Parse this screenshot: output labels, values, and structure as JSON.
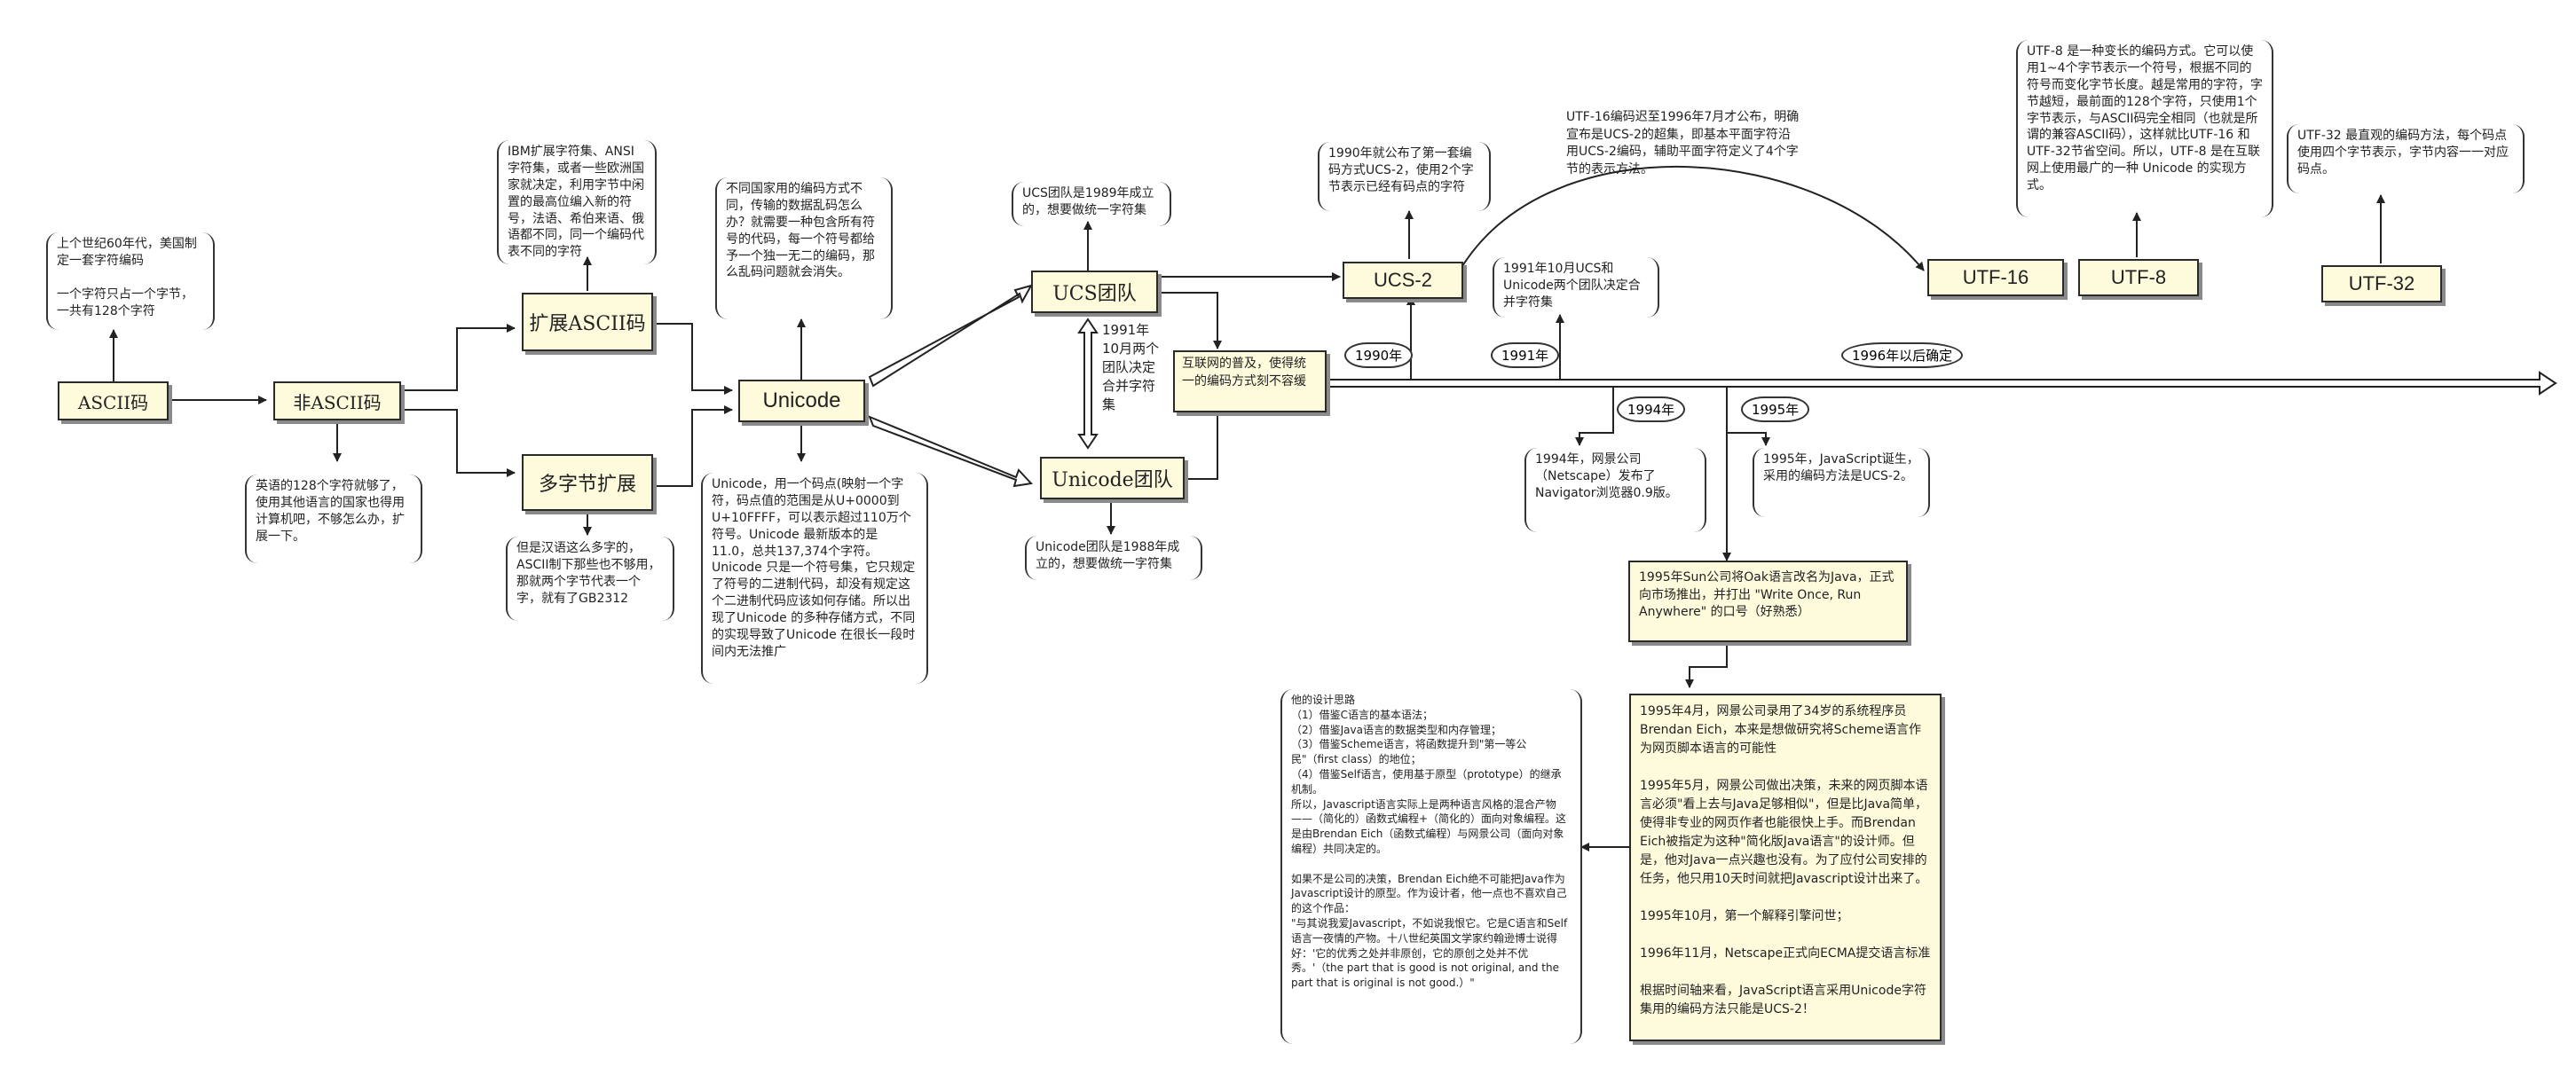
{
  "nodes": {
    "ascii": "ASCII码",
    "non_ascii": "非ASCII码",
    "ext_ascii": "扩展ASCII码",
    "multibyte": "多字节扩展",
    "unicode": "Unicode",
    "ucs_team": "UCS团队",
    "unicode_team": "Unicode团队",
    "ucs2": "UCS-2",
    "utf16": "UTF-16",
    "utf8": "UTF-8",
    "utf32": "UTF-32"
  },
  "notes": {
    "ascii": "上个世纪60年代，美国制定一套字符编码\n\n一个字符只占一个字节，一共有128个字符",
    "ibm": "IBM扩展字符集、ANSI字符集，或者一些欧洲国家就决定，利用字节中闲置的最高位编入新的符号，法语、希伯来语、俄语都不同，同一个编码代表不同的字符",
    "non_ascii": "英语的128个字符就够了，使用其他语言的国家也得用计算机吧，不够怎么办，扩展一下。",
    "multibyte": "但是汉语这么多字的，ASCII制下那些也不够用，那就两个字节代表一个字，就有了GB2312",
    "unicode_top": "不同国家用的编码方式不同，传输的数据乱码怎么办？就需要一种包含所有符号的代码，每一个符号都给予一个独一无二的编码，那么乱码问题就会消失。",
    "unicode_bottom": "Unicode，用一个码点(映射一个字符，码点值的范围是从U+0000到U+10FFFF，可以表示超过110万个符号。Unicode 最新版本的是11.0，总共137,374个字符。Unicode 只是一个符号集，它只规定了符号的二进制代码，却没有规定这个二进制代码应该如何存储。所以出现了Unicode 的多种存储方式，不同的实现导致了Unicode 在很长一段时间内无法推广",
    "ucs_team": "UCS团队是1989年成立的，想要做统一字符集",
    "unicode_team": "Unicode团队是1988年成立的，想要做统一字符集",
    "merge": "1991年10月两个团队决定合并字符集",
    "internet": "互联网的普及，使得统一的编码方式刻不容缓",
    "ucs2": "1990年就公布了第一套编码方式UCS-2，使用2个字节表示已经有码点的字符",
    "teams_1991": "1991年10月UCS和Unicode两个团队决定合并字符集",
    "utf16_note": "UTF-16编码迟至1996年7月才公布，明确宣布是UCS-2的超集，即基本平面字符沿用UCS-2编码，辅助平面字符定义了4个字节的表示方法。",
    "utf8": "UTF-8 是一种变长的编码方式。它可以使用1~4个字节表示一个符号，根据不同的符号而变化字节长度。越是常用的字符，字节越短，最前面的128个字符，只使用1个字节表示，与ASCII码完全相同（也就是所谓的兼容ASCII码），这样就比UTF-16 和 UTF-32节省空间。所以，UTF-8 是在互联网上使用最广的一种 Unicode 的实现方式。",
    "utf32": "UTF-32 最直观的编码方法，每个码点使用四个字节表示，字节内容一一对应码点。",
    "netscape": "1994年，网景公司（Netscape）发布了Navigator浏览器0.9版。",
    "js_1995": "1995年，JavaScript诞生，采用的编码方法是UCS-2。",
    "sun": "1995年Sun公司将Oak语言改名为Java，正式向市场推出，并打出 \"Write Once, Run Anywhere\" 的口号（好熟悉）",
    "history": "1995年4月，网景公司录用了34岁的系统程序员Brendan Eich，本来是想做研究将Scheme语言作为网页脚本语言的可能性\n\n1995年5月，网景公司做出决策，未来的网页脚本语言必须\"看上去与Java足够相似\"，但是比Java简单，使得非专业的网页作者也能很快上手。而Brendan Eich被指定为这种\"简化版Java语言\"的设计师。但是，他对Java一点兴趣也没有。为了应付公司安排的任务，他只用10天时间就把Javascript设计出来了。\n\n1995年10月，第一个解释引擎问世；\n\n1996年11月，Netscape正式向ECMA提交语言标准\n\n根据时间轴来看，JavaScript语言采用Unicode字符集用的编码方法只能是UCS-2！",
    "design": "他的设计思路\n（1）借鉴C语言的基本语法；\n（2）借鉴Java语言的数据类型和内存管理；\n（3）借鉴Scheme语言，将函数提升到\"第一等公民\"（first class）的地位；\n（4）借鉴Self语言，使用基于原型（prototype）的继承机制。\n所以，Javascript语言实际上是两种语言风格的混合产物——（简化的）函数式编程+（简化的）面向对象编程。这是由Brendan Eich（函数式编程）与网景公司（面向对象编程）共同决定的。\n\n如果不是公司的决策，Brendan Eich绝不可能把Java作为Javascript设计的原型。作为设计者，他一点也不喜欢自己的这个作品：\n\"与其说我爱Javascript，不如说我恨它。它是C语言和Self语言一夜情的产物。十八世纪英国文学家约翰逊博士说得好：'它的优秀之处并非原创，它的原创之处并不优秀。'（the part that is good is not original, and the part that is original is not good.）\""
  },
  "timeline": {
    "y1990": "1990年",
    "y1991": "1991年",
    "y1994": "1994年",
    "y1995": "1995年",
    "after1996": "1996年以后确定"
  }
}
